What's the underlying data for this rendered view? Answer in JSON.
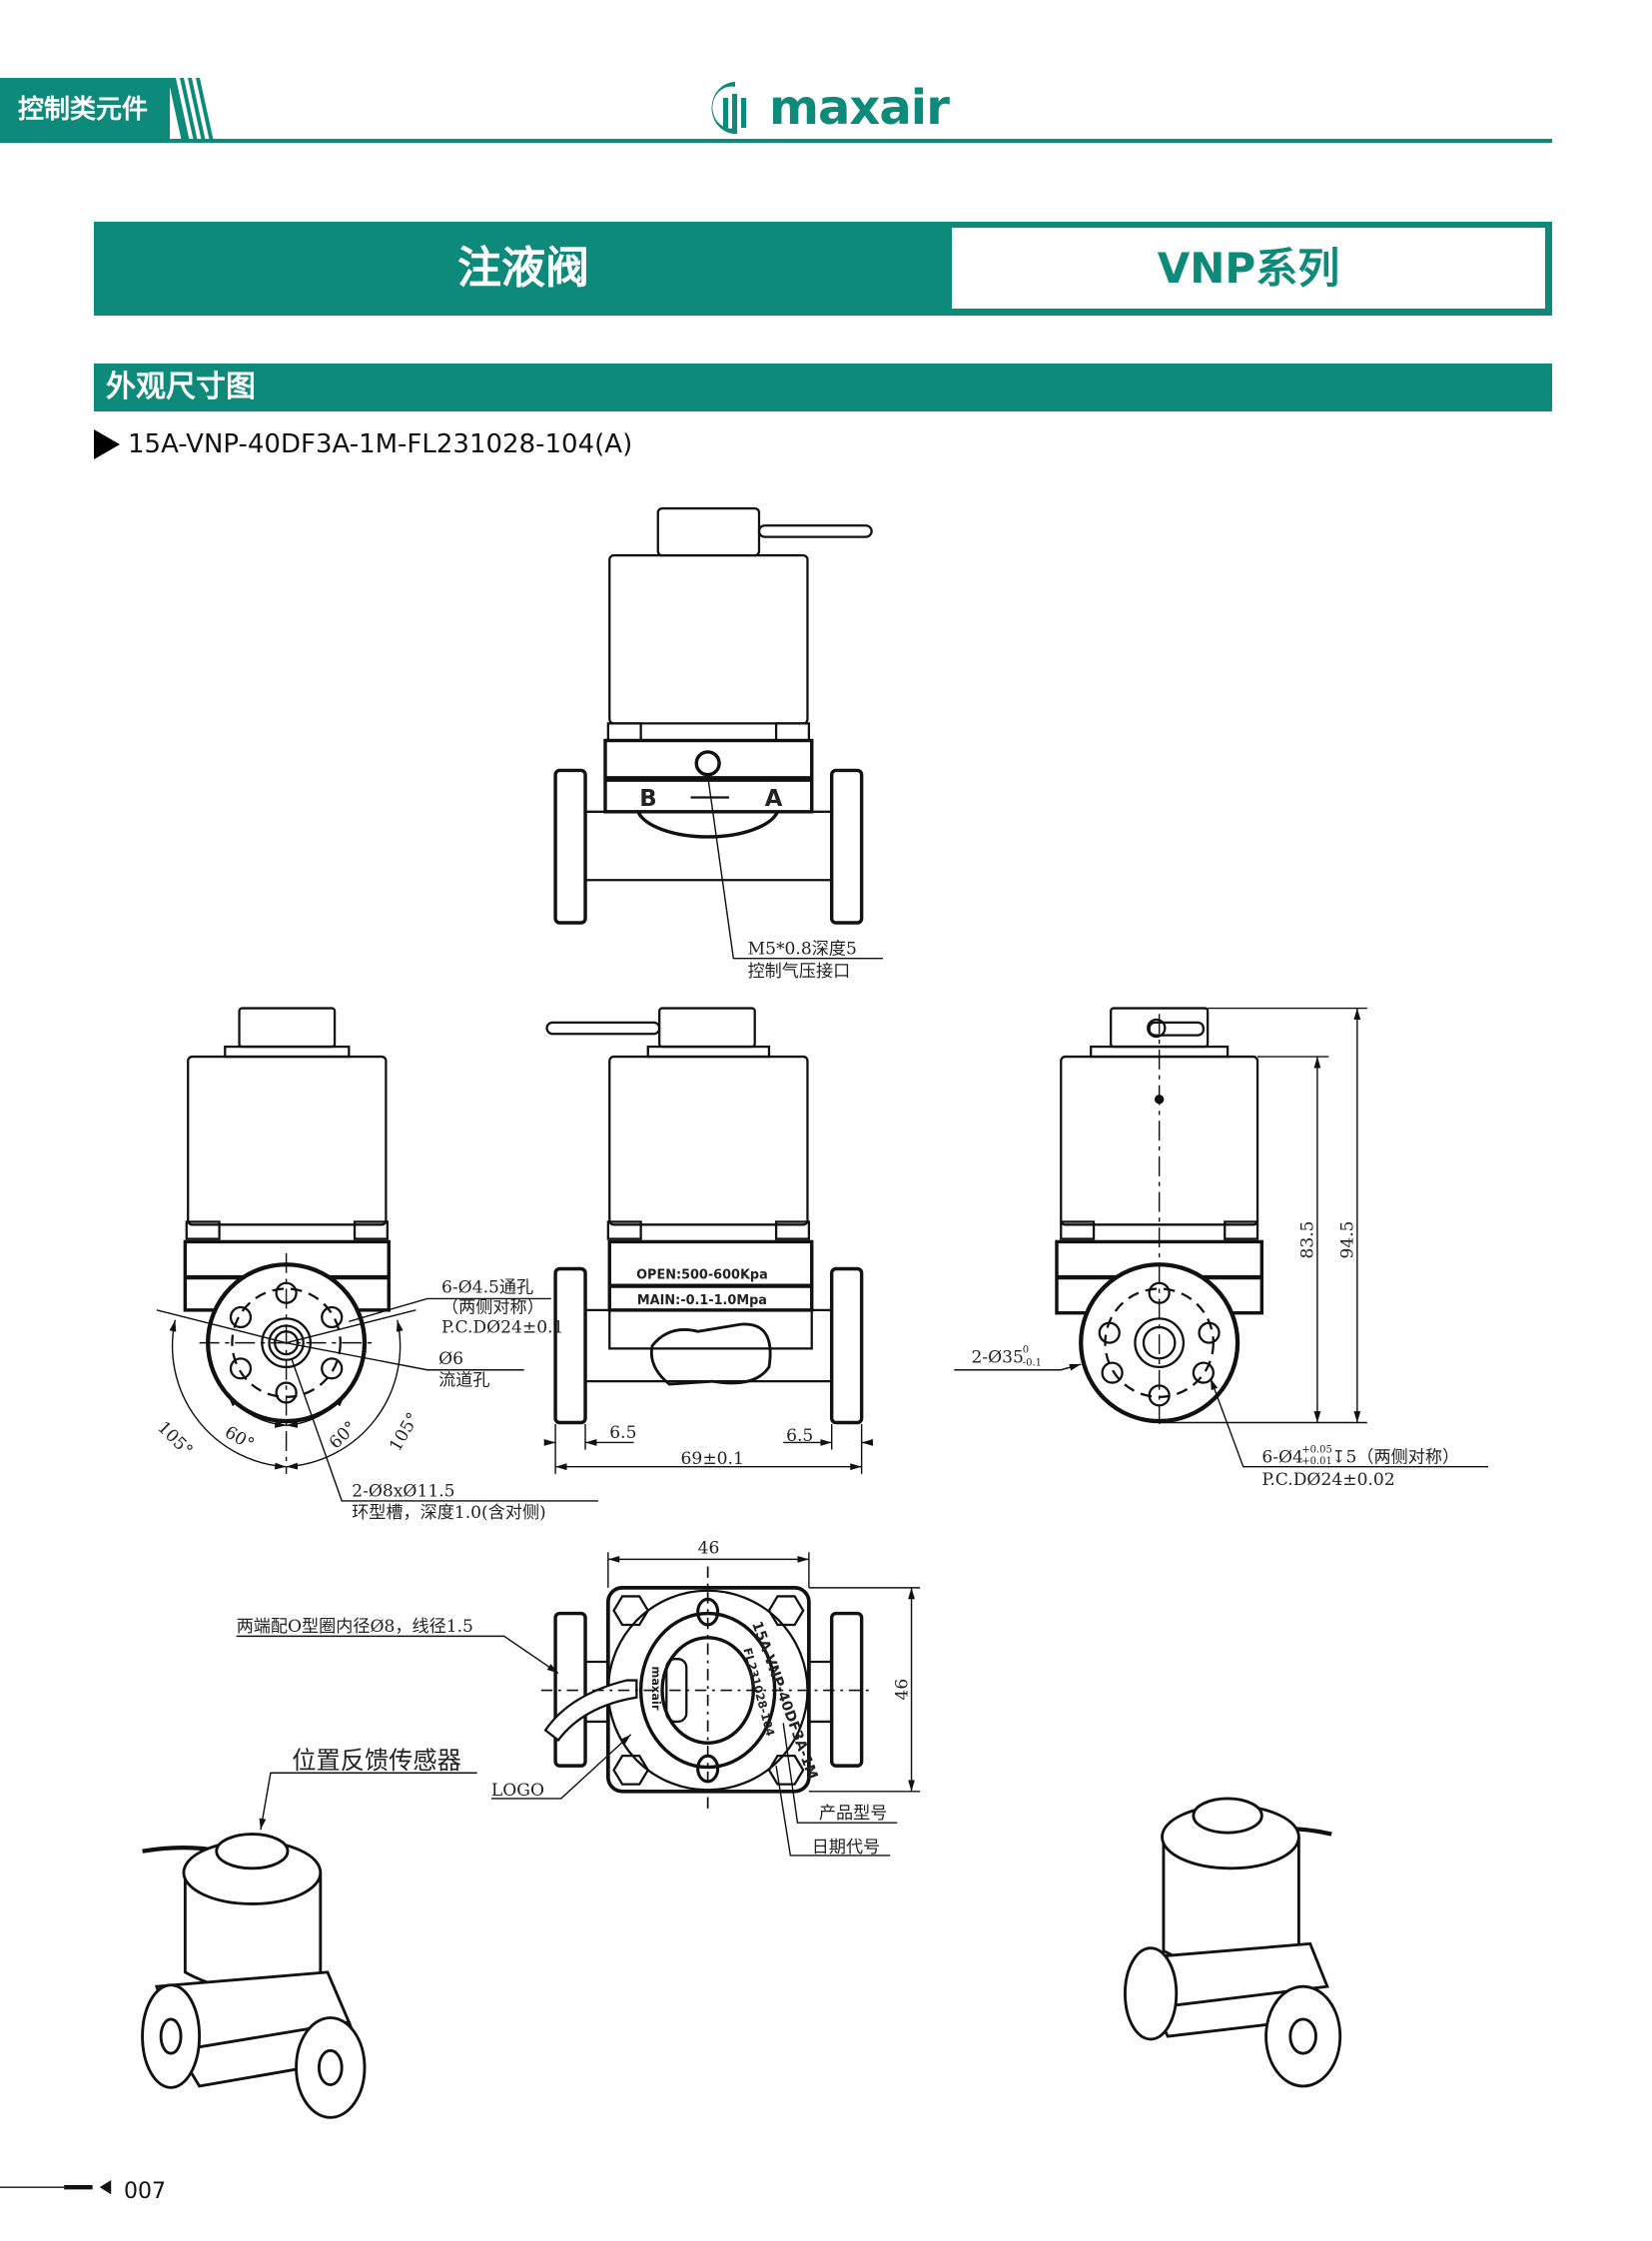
{
  "header": {
    "category": "控制类元件",
    "brand": "maxair"
  },
  "title": {
    "product": "注液阀",
    "series": "VNP系列"
  },
  "section": {
    "title": "外观尺寸图",
    "model": "15A-VNP-40DF3A-1M-FL231028-104(A)"
  },
  "top_view": {
    "port_letter_b": "B",
    "port_letter_a": "A",
    "port_note_1": "M5*0.8深度5",
    "port_note_2": "控制气压接口"
  },
  "side_view": {
    "holes_1": "6-Ø4.5通孔",
    "holes_2": "（两侧对称）",
    "holes_3": "P.C.DØ24±0.1",
    "flow_1": "Ø6",
    "flow_2": "流道孔",
    "angle_105_left": "105°",
    "angle_60_left": "60°",
    "angle_60_right": "60°",
    "angle_105_right": "105°",
    "groove_1": "2-Ø8xØ11.5",
    "groove_2": "环型槽，深度1.0(含对侧)"
  },
  "front_view": {
    "label_open": "OPEN:500-600Kpa",
    "label_main": "MAIN:-0.1-1.0Mpa",
    "dim_left": "6.5",
    "dim_right": "6.5",
    "dim_total": "69±0.1"
  },
  "end_view": {
    "dim_h1": "83.5",
    "dim_h2": "94.5",
    "dia_label": "2-Ø35",
    "dia_tol_upper": "0",
    "dia_tol_lower": "-0.1",
    "holes_prefix": "6-Ø4",
    "holes_tol_upper": "+0.05",
    "holes_tol_lower": "+0.01",
    "holes_suffix": "↧5（两侧对称）",
    "holes_pcd": "P.C.DØ24±0.02"
  },
  "bottom_view": {
    "dim_width": "46",
    "dim_height": "46",
    "oring_note": "两端配O型圈内径Ø8，线径1.5",
    "logo_label": "LOGO",
    "model_label": "产品型号",
    "date_label": "日期代号",
    "engraved_model": "15A-VNP-40DF3A-1M",
    "engraved_date": "FL231028-104",
    "engraved_logo": "maxair"
  },
  "render": {
    "sensor_label": "位置反馈传感器"
  },
  "footer": {
    "page": "007"
  }
}
